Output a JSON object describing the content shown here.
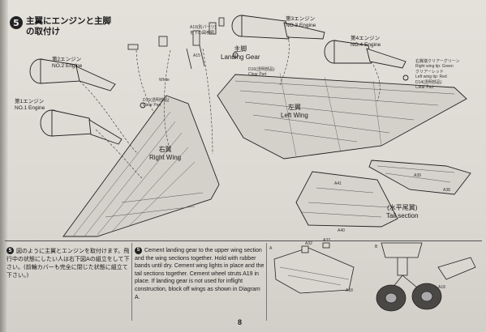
{
  "step": {
    "number": "5",
    "title_jp": "主翼にエンジンと主脚の取付け"
  },
  "labels": {
    "engine1_jp": "第1エンジン",
    "engine1_en": "NO.1 Engine",
    "engine2_jp": "第2エンジン",
    "engine2_en": "NO.2 Engine",
    "engine3_jp": "第3エンジン",
    "engine3_en": "NO.3 Engine",
    "engine4_jp": "第4エンジン",
    "engine4_en": "NO.4 Engine",
    "landing_gear_jp": "主脚",
    "landing_gear_en": "Landing Gear",
    "right_wing_jp": "右翼",
    "right_wing_en": "Right Wing",
    "left_wing_jp": "左翼",
    "left_wing_en": "Left Wing",
    "tail_jp": "(水平尾翼)",
    "tail_en": "Tail section",
    "white": "White",
    "d15_left_jp": "D15(透明部品)",
    "d15_left_en": "Clear Part",
    "d16_jp": "D16(透明部品)",
    "d16_en": "Clear Part",
    "green_jp": "右翼端クリアーグリーン",
    "green_en": "Right wing tip: Green",
    "red_jp": "クリアーレッド",
    "red_en": "Left wing tip: Red",
    "d14_jp": "D14(透明部品)",
    "d14_en": "Clear Part",
    "a19_note": "A19(別パーツ)",
    "a19_note2": "を下の図参照",
    "a39": "A39",
    "a38": "A38",
    "a41": "A41",
    "a40": "A40",
    "a18": "A18",
    "a18b": "A18",
    "a32": "A32",
    "a33": "A33",
    "diag_a": "A",
    "diag_b": "B",
    "a15": "A15"
  },
  "instructions": {
    "jp": "図のように主翼とエンジンを取付けます。飛行中の状態にしたい人は右下図Aの組立をして下さい。(前輪カバーも完全に閉じた状態に組立て下さい。)",
    "en": "Cement landing gear to the upper wing section and the wing sections together. Hold with rubber bands until dry. Cement wing lights in place and the tail sections together. Cement wheel struts A19 in place. If landing gear is not used for inflight construction, block off wings as shown in Diagram A."
  },
  "page_number": "8"
}
